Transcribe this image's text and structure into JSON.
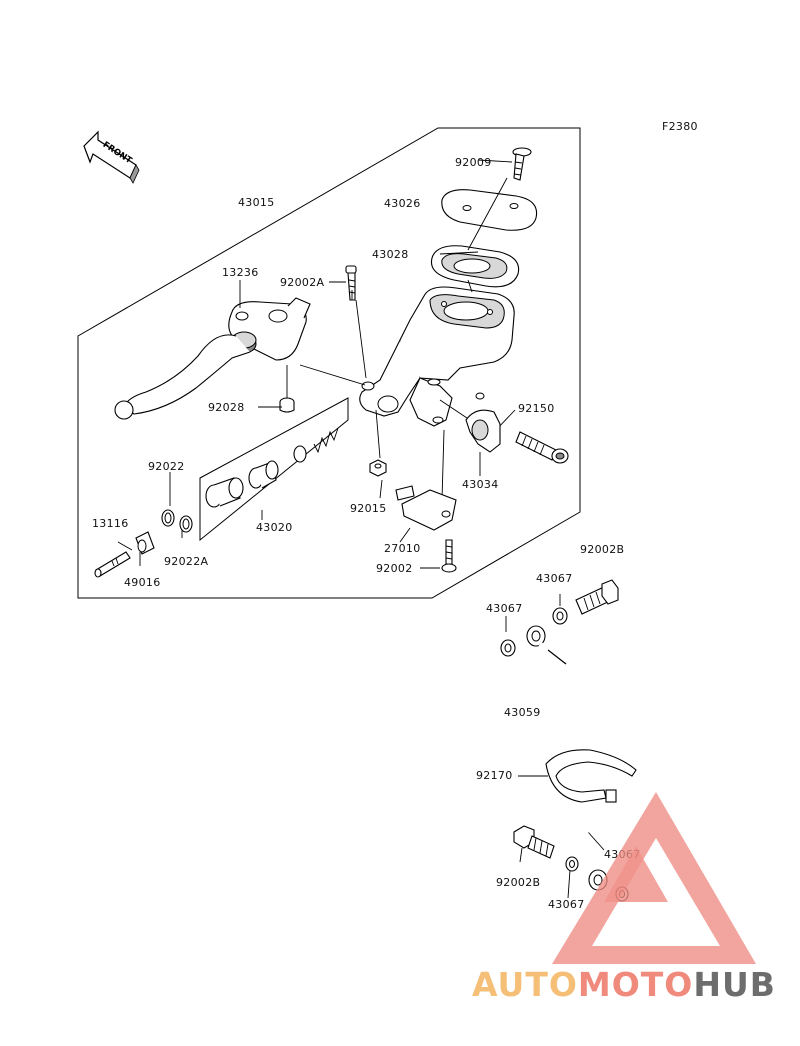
{
  "figure_code": "F2380",
  "front_arrow_label": "FRONT",
  "parts": {
    "p43015": "43015",
    "p92009": "92009",
    "p43026": "43026",
    "p43028": "43028",
    "p13236": "13236",
    "p92002A": "92002A",
    "p92028": "92028",
    "p92150": "92150",
    "p43034": "43034",
    "p92022": "92022",
    "p13116": "13116",
    "p92022A": "92022A",
    "p43020": "43020",
    "p49016": "49016",
    "p92015": "92015",
    "p27010": "27010",
    "p92002": "92002",
    "p92002B_top": "92002B",
    "p43067_a": "43067",
    "p43067_b": "43067",
    "p43059": "43059",
    "p92170": "92170",
    "p43067_c": "43067",
    "p92002B_bottom": "92002B",
    "p43067_d": "43067"
  },
  "watermark": {
    "part1": "AUTO",
    "part2": "MOTO",
    "part3": "HUB",
    "colors": {
      "auto": "#f5b96a",
      "moto": "#ef7e6e",
      "hub": "#5e5e5e",
      "triangle": "#ef8a80"
    }
  }
}
